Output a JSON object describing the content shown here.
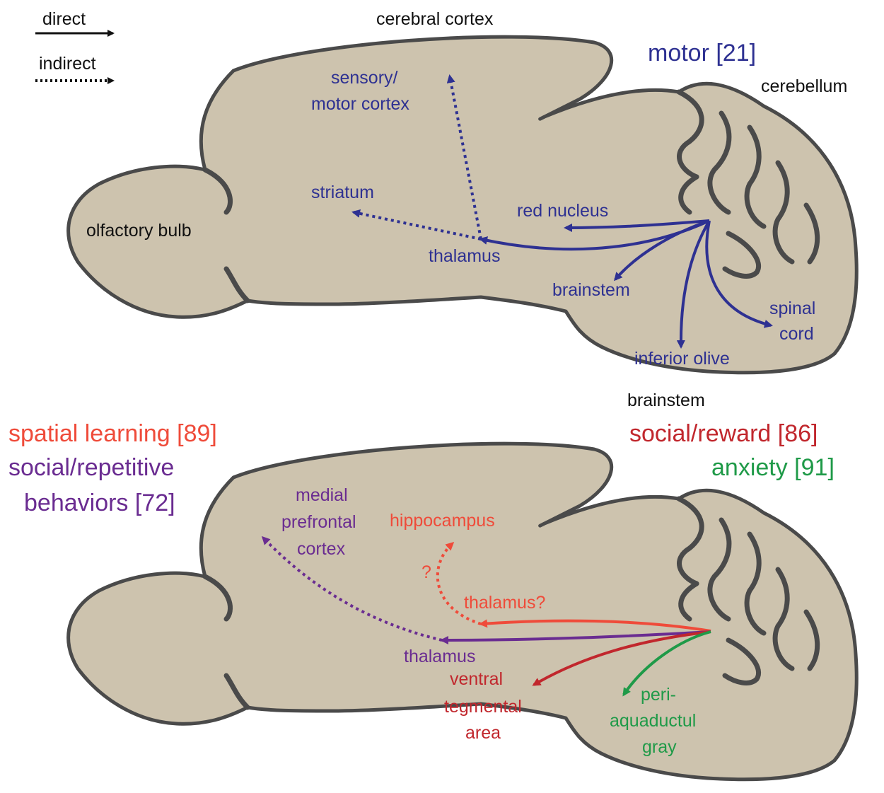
{
  "legend": {
    "direct": "direct",
    "indirect": "indirect"
  },
  "top_diagram": {
    "cerebral_cortex": "cerebral cortex",
    "cerebellum": "cerebellum",
    "olfactory_bulb": "olfactory bulb",
    "brainstem_outside": "brainstem",
    "heading": "motor [21]",
    "targets": {
      "sensory_motor_cortex_1": "sensory/",
      "sensory_motor_cortex_2": "motor cortex",
      "striatum": "striatum",
      "red_nucleus": "red nucleus",
      "thalamus": "thalamus",
      "brainstem": "brainstem",
      "inferior_olive": "inferior olive",
      "spinal_cord_1": "spinal",
      "spinal_cord_2": "cord"
    }
  },
  "bottom_diagram": {
    "headings": {
      "spatial_learning": "spatial learning [89]",
      "social_repetitive_1": "social/repetitive",
      "social_repetitive_2": "behaviors [72]",
      "social_reward": "social/reward [86]",
      "anxiety": "anxiety [91]"
    },
    "targets": {
      "mpfc_1": "medial",
      "mpfc_2": "prefrontal",
      "mpfc_3": "cortex",
      "hippocampus": "hippocampus",
      "question": "?",
      "thalamus_q": "thalamus?",
      "thalamus": "thalamus",
      "vta_1": "ventral",
      "vta_2": "tegmental",
      "vta_3": "area",
      "pag_1": "peri-",
      "pag_2": "aquaductul",
      "pag_3": "gray"
    }
  },
  "colors": {
    "brain_fill": "#cdc3ae",
    "outline": "#4a4a4a",
    "motor_blue": "#2e3192",
    "spatial_red": "#ef4b3a",
    "social_purple": "#6a2c91",
    "reward_crimson": "#c1272d",
    "anxiety_green": "#1f9a48"
  }
}
